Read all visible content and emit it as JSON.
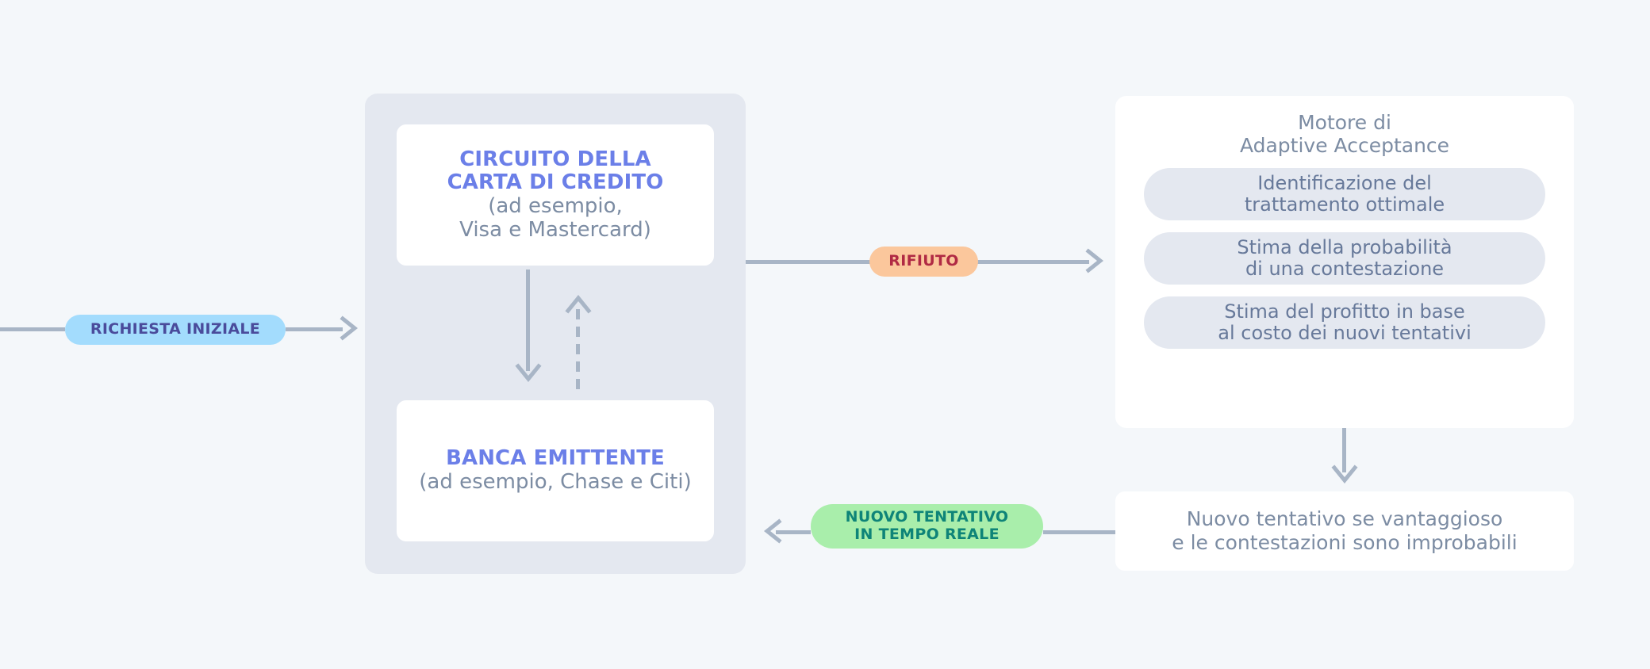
{
  "diagram": {
    "title_internal": "Adaptive Acceptance payment retry flow",
    "background_color": "#f4f7fa"
  },
  "left_group": {
    "name": "acquiring-chain",
    "background_color": "#e4e8f0",
    "network_card": {
      "title_line1": "CIRCUITO DELLA",
      "title_line2": "CARTA DI CREDITO",
      "subtitle_line1": "(ad esempio,",
      "subtitle_line2": "Visa e Mastercard)",
      "title_color": "#6b7fe8",
      "subtitle_color": "#7c8ca3"
    },
    "bank_card": {
      "title": "BANCA EMITTENTE",
      "subtitle": "(ad esempio, Chase e Citi)",
      "title_color": "#6b7fe8",
      "subtitle_color": "#7c8ca3"
    }
  },
  "engine_panel": {
    "title_line1": "Motore di",
    "title_line2": "Adaptive Acceptance",
    "pills": [
      {
        "line1": "Identificazione del",
        "line2": "trattamento ottimale"
      },
      {
        "line1": "Stima della probabilità",
        "line2": "di una contestazione"
      },
      {
        "line1": "Stima del profitto in base",
        "line2": "al costo dei nuovi tentativi"
      }
    ],
    "pill_background": "#e4e8f0",
    "pill_text_color": "#67799a"
  },
  "result_card": {
    "line1": "Nuovo tentativo se vantaggioso",
    "line2": "e le contestazioni sono improbabili",
    "text_color": "#7c8ca3"
  },
  "badges": {
    "initial_request": {
      "label": "RICHIESTA INIZIALE",
      "background": "#a3dcfd",
      "text_color": "#4a4b9b"
    },
    "decline": {
      "label": "RIFIUTO",
      "background": "#fbc79c",
      "text_color": "#b02a44"
    },
    "realtime_retry": {
      "line1": "NUOVO TENTATIVO",
      "line2": "IN TEMPO REALE",
      "background": "#a9eeab",
      "text_color": "#0e8478"
    }
  },
  "connectors": {
    "color": "#a8b5c6",
    "items": [
      {
        "name": "initial-request-arrow",
        "style": "solid",
        "direction": "right"
      },
      {
        "name": "network-to-bank-arrow",
        "style": "solid",
        "direction": "down"
      },
      {
        "name": "bank-to-network-arrow",
        "style": "dashed",
        "direction": "up"
      },
      {
        "name": "decline-to-engine-arrow",
        "style": "solid",
        "direction": "right"
      },
      {
        "name": "engine-to-result-arrow",
        "style": "solid",
        "direction": "down"
      },
      {
        "name": "retry-to-bank-arrow",
        "style": "solid",
        "direction": "left"
      }
    ]
  }
}
